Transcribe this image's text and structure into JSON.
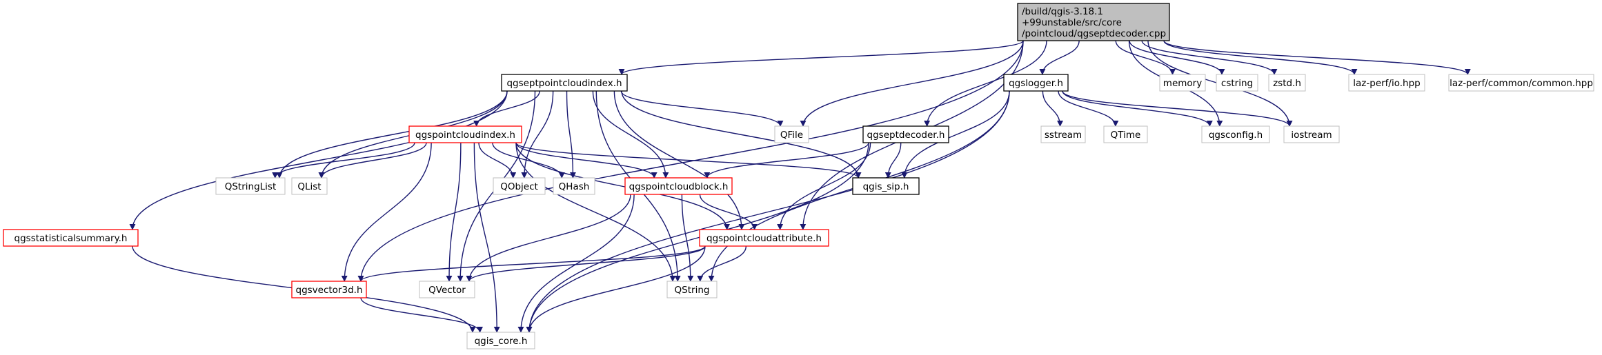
{
  "colors": {
    "edge": "#191970",
    "root_fill": "#bfbfbf",
    "red_border": "#ff0000",
    "gray_border": "#bfbfbf",
    "black_border": "#000000"
  },
  "nodes": [
    {
      "id": "root",
      "style": "root",
      "lines": [
        "/build/qgis-3.18.1",
        "+99unstable/src/core",
        "/pointcloud/qgseptdecoder.cpp"
      ]
    },
    {
      "id": "qgseptpointcloudindex_h",
      "style": "black",
      "lines": [
        "qgseptpointcloudindex.h"
      ]
    },
    {
      "id": "qfile",
      "style": "gray",
      "lines": [
        "QFile"
      ]
    },
    {
      "id": "qgseptdecoder_h",
      "style": "black",
      "lines": [
        "qgseptdecoder.h"
      ]
    },
    {
      "id": "qgslogger_h",
      "style": "black",
      "lines": [
        "qgslogger.h"
      ]
    },
    {
      "id": "memory",
      "style": "gray",
      "lines": [
        "memory"
      ]
    },
    {
      "id": "cstring",
      "style": "gray",
      "lines": [
        "cstring"
      ]
    },
    {
      "id": "zstd_h",
      "style": "gray",
      "lines": [
        "zstd.h"
      ]
    },
    {
      "id": "lazperf_io",
      "style": "gray",
      "lines": [
        "laz-perf/io.hpp"
      ]
    },
    {
      "id": "lazperf_common",
      "style": "gray",
      "lines": [
        "laz-perf/common/common.hpp"
      ]
    },
    {
      "id": "sstream",
      "style": "gray",
      "lines": [
        "sstream"
      ]
    },
    {
      "id": "qtime",
      "style": "gray",
      "lines": [
        "QTime"
      ]
    },
    {
      "id": "qgsconfig_h",
      "style": "gray",
      "lines": [
        "qgsconfig.h"
      ]
    },
    {
      "id": "iostream",
      "style": "gray",
      "lines": [
        "iostream"
      ]
    },
    {
      "id": "qgspointcloudindex_h",
      "style": "red",
      "lines": [
        "qgspointcloudindex.h"
      ]
    },
    {
      "id": "qstringlist",
      "style": "gray",
      "lines": [
        "QStringList"
      ]
    },
    {
      "id": "qlist",
      "style": "gray",
      "lines": [
        "QList"
      ]
    },
    {
      "id": "qobject",
      "style": "gray",
      "lines": [
        "QObject"
      ]
    },
    {
      "id": "qhash",
      "style": "gray",
      "lines": [
        "QHash"
      ]
    },
    {
      "id": "qgspointcloudblock_h",
      "style": "red",
      "lines": [
        "qgspointcloudblock.h"
      ]
    },
    {
      "id": "qgis_sip_h",
      "style": "black",
      "lines": [
        "qgis_sip.h"
      ]
    },
    {
      "id": "qgsstatisticalsummary_h",
      "style": "red",
      "lines": [
        "qgsstatisticalsummary.h"
      ]
    },
    {
      "id": "qgspointcloudattribute_h",
      "style": "red",
      "lines": [
        "qgspointcloudattribute.h"
      ]
    },
    {
      "id": "qgsvector3d_h",
      "style": "red",
      "lines": [
        "qgsvector3d.h"
      ]
    },
    {
      "id": "qvector",
      "style": "gray",
      "lines": [
        "QVector"
      ]
    },
    {
      "id": "qstring",
      "style": "gray",
      "lines": [
        "QString"
      ]
    },
    {
      "id": "qgis_core_h",
      "style": "gray",
      "lines": [
        "qgis_core.h"
      ]
    }
  ],
  "edges": [
    [
      "root",
      "qgseptpointcloudindex_h"
    ],
    [
      "root",
      "qfile"
    ],
    [
      "root",
      "qgseptdecoder_h"
    ],
    [
      "root",
      "qgslogger_h"
    ],
    [
      "root",
      "memory"
    ],
    [
      "root",
      "cstring"
    ],
    [
      "root",
      "zstd_h"
    ],
    [
      "root",
      "lazperf_io"
    ],
    [
      "root",
      "lazperf_common"
    ],
    [
      "root",
      "qgsconfig_h"
    ],
    [
      "root",
      "iostream"
    ],
    [
      "root",
      "qgspointcloudattribute_h"
    ],
    [
      "root",
      "qgsvector3d_h"
    ],
    [
      "qgseptpointcloudindex_h",
      "qgspointcloudindex_h"
    ],
    [
      "qgseptpointcloudindex_h",
      "qgsstatisticalsummary_h"
    ],
    [
      "qgseptpointcloudindex_h",
      "qstringlist"
    ],
    [
      "qgseptpointcloudindex_h",
      "qlist"
    ],
    [
      "qgseptpointcloudindex_h",
      "qobject"
    ],
    [
      "qgseptpointcloudindex_h",
      "qhash"
    ],
    [
      "qgseptpointcloudindex_h",
      "qfile"
    ],
    [
      "qgseptpointcloudindex_h",
      "qgis_sip_h"
    ],
    [
      "qgseptpointcloudindex_h",
      "qgspointcloudattribute_h"
    ],
    [
      "qgseptpointcloudindex_h",
      "qvector"
    ],
    [
      "qgseptpointcloudindex_h",
      "qstring"
    ],
    [
      "qgseptpointcloudindex_h",
      "qgspointcloudblock_h"
    ],
    [
      "qgspointcloudindex_h",
      "qstringlist"
    ],
    [
      "qgspointcloudindex_h",
      "qlist"
    ],
    [
      "qgspointcloudindex_h",
      "qobject"
    ],
    [
      "qgspointcloudindex_h",
      "qhash"
    ],
    [
      "qgspointcloudindex_h",
      "qgspointcloudblock_h"
    ],
    [
      "qgspointcloudindex_h",
      "qgis_sip_h"
    ],
    [
      "qgspointcloudindex_h",
      "qgspointcloudattribute_h"
    ],
    [
      "qgspointcloudindex_h",
      "qgsvector3d_h"
    ],
    [
      "qgspointcloudindex_h",
      "qvector"
    ],
    [
      "qgspointcloudindex_h",
      "qstring"
    ],
    [
      "qgspointcloudindex_h",
      "qgis_core_h"
    ],
    [
      "qgseptdecoder_h",
      "qgspointcloudblock_h"
    ],
    [
      "qgseptdecoder_h",
      "qgis_sip_h"
    ],
    [
      "qgseptdecoder_h",
      "qgspointcloudattribute_h"
    ],
    [
      "qgseptdecoder_h",
      "qgis_core_h"
    ],
    [
      "qgslogger_h",
      "sstream"
    ],
    [
      "qgslogger_h",
      "qtime"
    ],
    [
      "qgslogger_h",
      "qgsconfig_h"
    ],
    [
      "qgslogger_h",
      "iostream"
    ],
    [
      "qgslogger_h",
      "qgis_sip_h"
    ],
    [
      "qgslogger_h",
      "qstring"
    ],
    [
      "qgslogger_h",
      "qgis_core_h"
    ],
    [
      "qgspointcloudblock_h",
      "qgspointcloudattribute_h"
    ],
    [
      "qgspointcloudblock_h",
      "qvector"
    ],
    [
      "qgspointcloudblock_h",
      "qstring"
    ],
    [
      "qgspointcloudblock_h",
      "qgis_core_h"
    ],
    [
      "qgspointcloudattribute_h",
      "qgsvector3d_h"
    ],
    [
      "qgspointcloudattribute_h",
      "qvector"
    ],
    [
      "qgspointcloudattribute_h",
      "qstring"
    ],
    [
      "qgspointcloudattribute_h",
      "qgis_core_h"
    ],
    [
      "qgsstatisticalsummary_h",
      "qgis_core_h"
    ],
    [
      "qgsvector3d_h",
      "qgis_core_h"
    ]
  ]
}
